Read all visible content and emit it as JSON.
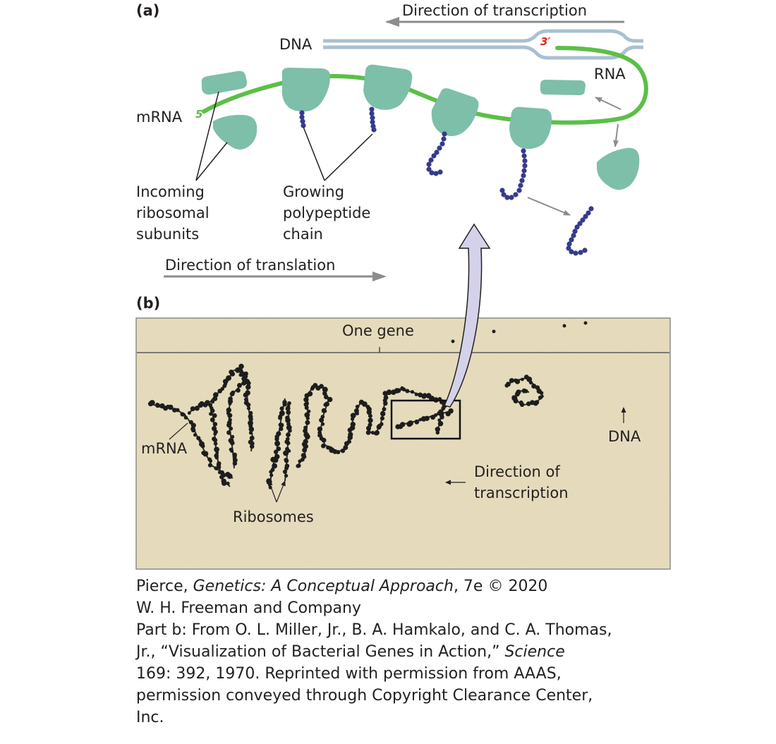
{
  "panel_a": {
    "label": "(a)",
    "direction_of_transcription": "Direction of transcription",
    "dna": "DNA",
    "rna": "RNA",
    "three_prime": "3′",
    "five_prime": "5′",
    "mrna": "mRNA",
    "incoming_subunits": [
      "Incoming",
      "ribosomal",
      "subunits"
    ],
    "growing_chain": [
      "Growing",
      "polypeptide",
      "chain"
    ],
    "direction_of_translation": "Direction of translation"
  },
  "panel_b": {
    "label": "(b)",
    "one_gene": "One gene",
    "mrna": "mRNA",
    "dna": "DNA",
    "direction_of_transcription": [
      "Direction of",
      "transcription"
    ],
    "ribosomes": "Ribosomes"
  },
  "credit": {
    "line1_prefix": "Pierce, ",
    "line1_title": "Genetics: A Conceptual Approach",
    "line1_suffix": ", 7e © 2020",
    "line2": "W. H. Freeman and Company",
    "line3": "Part b: From O. L. Miller, Jr., B. A. Hamkalo, and C. A. Thomas,",
    "line4_prefix": "Jr., “Visualization of Bacterial Genes in Action,” ",
    "line4_journal": "Science",
    "line5": "169: 392, 1970. Reprinted with permission from AAAS,",
    "line6": "permission conveyed through Copyright Clearance Center,",
    "line7": "Inc."
  },
  "colors": {
    "ribosome": "#7dbfa9",
    "mrna_green": "#5cbf47",
    "peptide_bead": "#353a8c",
    "dna_strand": "#a9c0d2",
    "five_three_prime": "#e0251b",
    "arrow_gray": "#8a8c8e",
    "micrograph_bg": "#ebe1c2",
    "big_arrow_fill": "#d4d2ea"
  }
}
